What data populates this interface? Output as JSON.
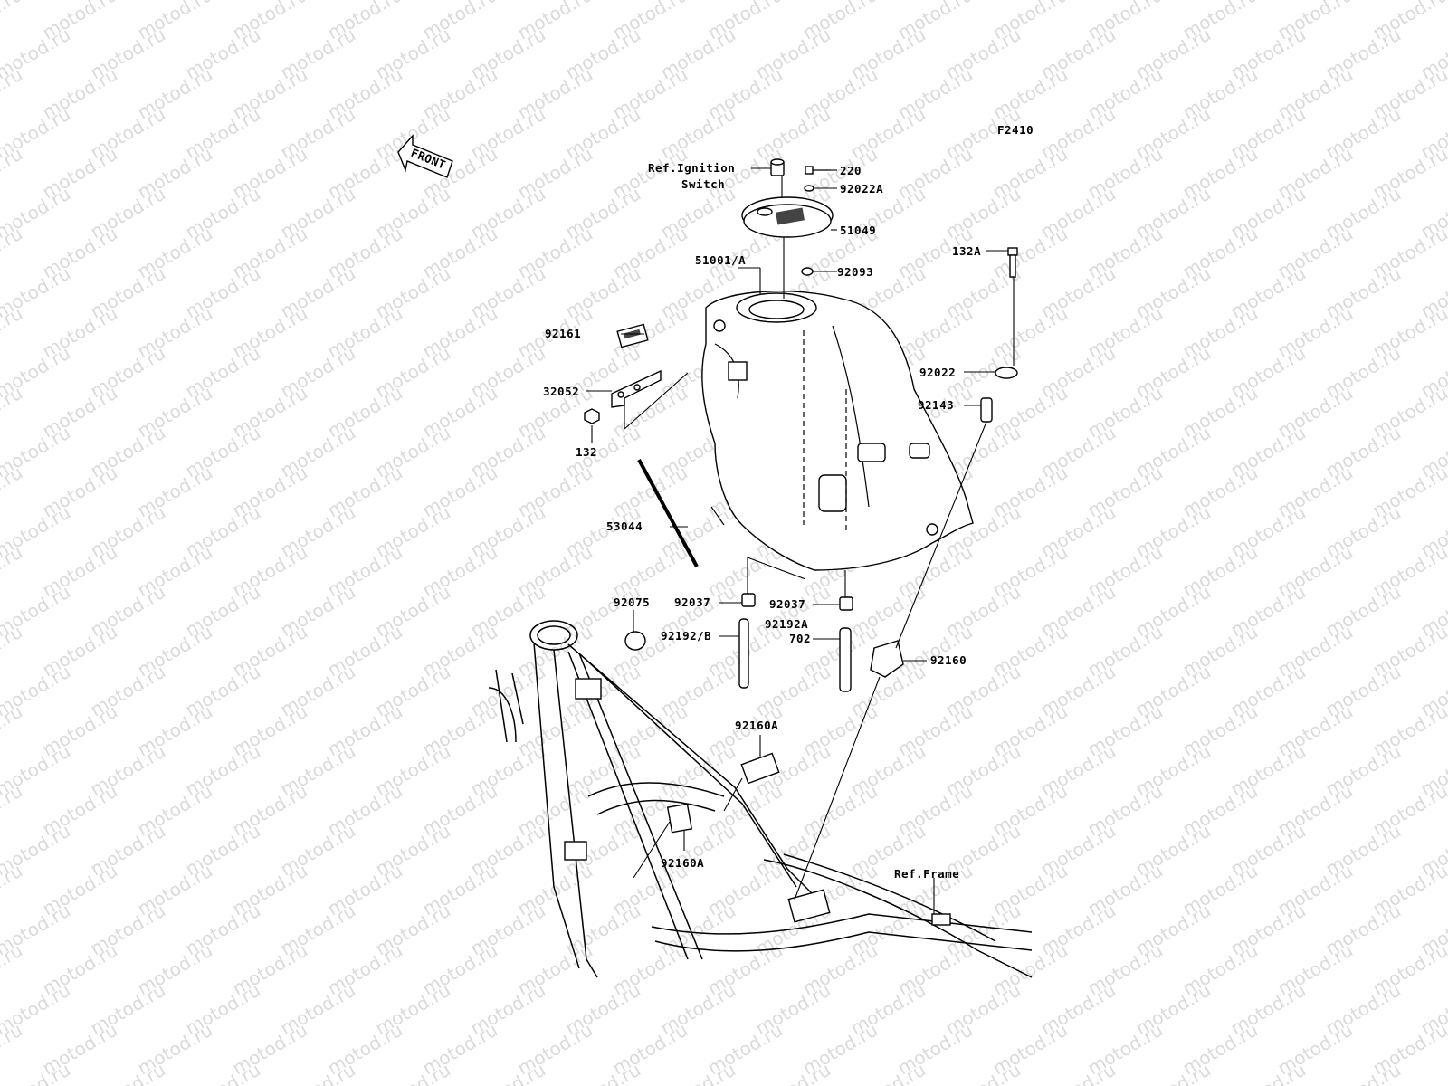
{
  "diagram": {
    "figure_code": "F2410",
    "front_marker": "FRONT",
    "watermark_text": "motod.ru",
    "labels": {
      "ref_ignition_line1": "Ref.Ignition",
      "ref_ignition_line2": "Switch",
      "p220": "220",
      "p92022A": "92022A",
      "p51049": "51049",
      "p51001A": "51001/A",
      "p92093": "92093",
      "p132A": "132A",
      "p92161": "92161",
      "p92022": "92022",
      "p32052": "32052",
      "p92143": "92143",
      "p132": "132",
      "p53044": "53044",
      "p92075": "92075",
      "p92037_left": "92037",
      "p92037_right": "92037",
      "p92192B": "92192/B",
      "p92192A": "92192A",
      "p702": "702",
      "p92160": "92160",
      "p92160A_top": "92160A",
      "p92160A_bottom": "92160A",
      "ref_frame": "Ref.Frame"
    },
    "colors": {
      "line": "#000000",
      "background": "#ffffff",
      "watermark": "#bdbdbd"
    }
  }
}
